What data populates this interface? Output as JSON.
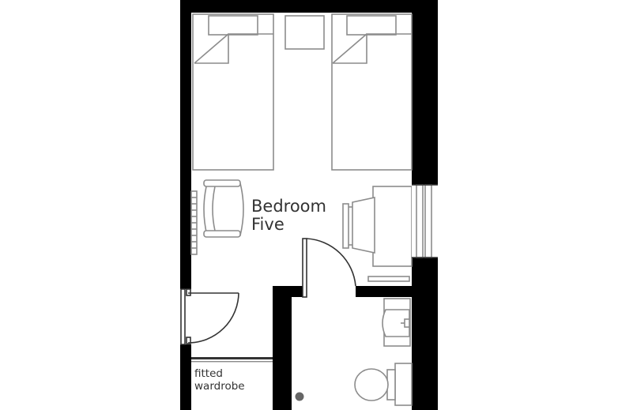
{
  "rooms": {
    "bedroom": {
      "line1": "Bedroom",
      "line2": "Five"
    },
    "wardrobe": {
      "line1": "fitted",
      "line2": "wardrobe"
    }
  },
  "colors": {
    "wall": "#000000",
    "furniture": "#8c8c8c",
    "label": "#333333",
    "background": "#ffffff"
  },
  "icons": [
    "bed-icon",
    "nightstand-icon",
    "armchair-icon",
    "desk-icon",
    "chair-icon",
    "radiator-icon",
    "window-icon",
    "door-icon",
    "sink-icon",
    "toilet-icon",
    "shower-drain-icon"
  ]
}
